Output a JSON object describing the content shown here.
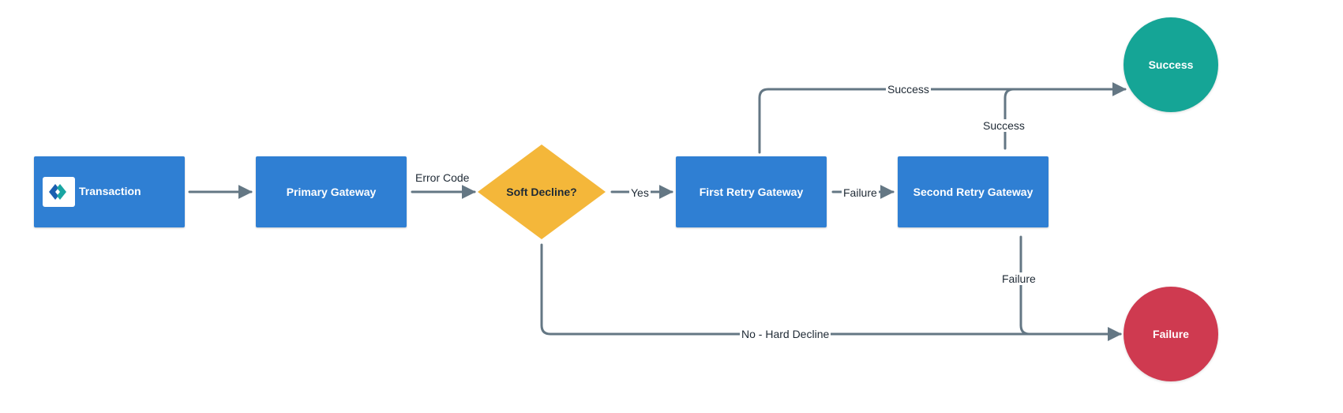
{
  "colors": {
    "box": "#2f7fd3",
    "decision": "#f4b73a",
    "success": "#15a596",
    "failure": "#cf3a50",
    "edge": "#647784"
  },
  "nodes": {
    "transaction": {
      "label": "Transaction",
      "icon": "logo-icon"
    },
    "primary_gateway": {
      "label": "Primary Gateway"
    },
    "soft_decline": {
      "label": "Soft Decline?"
    },
    "first_retry": {
      "label": "First Retry Gateway"
    },
    "second_retry": {
      "label": "Second Retry Gateway"
    },
    "success": {
      "label": "Success"
    },
    "failure": {
      "label": "Failure"
    }
  },
  "edges": {
    "error_code": "Error Code",
    "yes": "Yes",
    "first_failure": "Failure",
    "first_success": "Success",
    "second_success": "Success",
    "second_failure": "Failure",
    "hard_decline": "No - Hard Decline"
  }
}
